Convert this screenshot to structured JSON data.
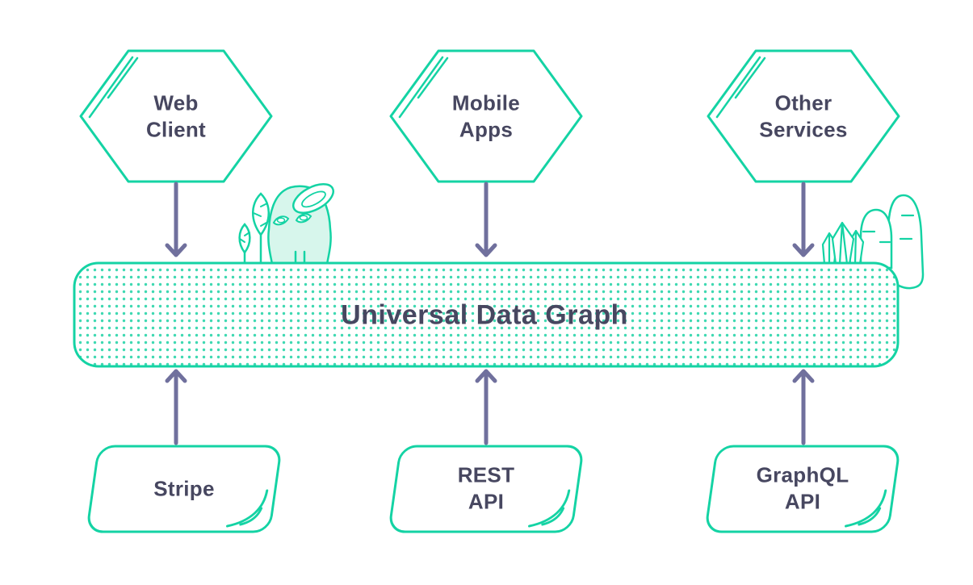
{
  "diagram": {
    "title": "Universal Data Graph",
    "top_nodes": [
      {
        "id": "web-client",
        "label": "Web\nClient"
      },
      {
        "id": "mobile-apps",
        "label": "Mobile\nApps"
      },
      {
        "id": "other-services",
        "label": "Other\nServices"
      }
    ],
    "bottom_nodes": [
      {
        "id": "stripe",
        "label": "Stripe"
      },
      {
        "id": "rest-api",
        "label": "REST\nAPI"
      },
      {
        "id": "graphql-api",
        "label": "GraphQL\nAPI"
      }
    ],
    "connections": [
      {
        "from": "web-client",
        "to": "universal-data-graph",
        "direction": "down"
      },
      {
        "from": "mobile-apps",
        "to": "universal-data-graph",
        "direction": "down"
      },
      {
        "from": "other-services",
        "to": "universal-data-graph",
        "direction": "down"
      },
      {
        "from": "stripe",
        "to": "universal-data-graph",
        "direction": "up"
      },
      {
        "from": "rest-api",
        "to": "universal-data-graph",
        "direction": "up"
      },
      {
        "from": "graphql-api",
        "to": "universal-data-graph",
        "direction": "up"
      }
    ],
    "decorations": [
      "mascot-sprout-character",
      "leaf-plants",
      "crystal-cluster",
      "rock-cacti"
    ],
    "colors": {
      "teal": "#14d3a4",
      "teal_fill_light": "#d7f6ec",
      "dot": "#3fd9b2",
      "text": "#474760",
      "arrow": "#70709d",
      "background": "#ffffff"
    }
  }
}
